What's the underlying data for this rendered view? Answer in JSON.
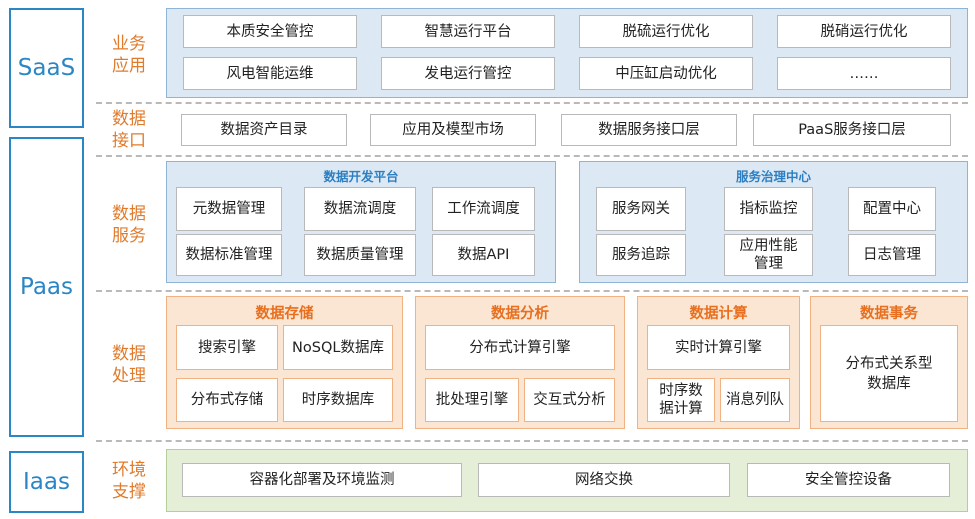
{
  "tiers": {
    "saas": "SaaS",
    "paas": "Paas",
    "iaas": "Iaas"
  },
  "row_labels": {
    "business_app": [
      "业务",
      "应用"
    ],
    "data_interface": [
      "数据",
      "接口"
    ],
    "data_service": [
      "数据",
      "服务"
    ],
    "data_processing": [
      "数据",
      "处理"
    ],
    "env_support": [
      "环境",
      "支撑"
    ]
  },
  "business_app": {
    "items": [
      "本质安全管控",
      "智慧运行平台",
      "脱硫运行优化",
      "脱硝运行优化",
      "风电智能运维",
      "发电运行管控",
      "中压缸启动优化",
      "……"
    ]
  },
  "data_interface": {
    "items": [
      "数据资产目录",
      "应用及模型市场",
      "数据服务接口层",
      "PaaS服务接口层"
    ]
  },
  "data_dev_platform": {
    "title": "数据开发平台",
    "items": [
      "元数据管理",
      "数据流调度",
      "工作流调度",
      "数据标准管理",
      "数据质量管理",
      "数据API"
    ]
  },
  "service_governance": {
    "title": "服务治理中心",
    "items": [
      "服务网关",
      "指标监控",
      "配置中心",
      "服务追踪",
      "应用性能\n管理",
      "日志管理"
    ]
  },
  "data_storage": {
    "title": "数据存储",
    "items": [
      "搜索引擎",
      "NoSQL数据库",
      "分布式存储",
      "时序数据库"
    ]
  },
  "data_analysis": {
    "title": "数据分析",
    "items": [
      "分布式计算引擎",
      "批处理引擎",
      "交互式分析"
    ]
  },
  "data_compute": {
    "title": "数据计算",
    "items": [
      "实时计算引擎",
      "时序数\n据计算",
      "消息列队"
    ]
  },
  "data_transaction": {
    "title": "数据事务",
    "items": [
      "分布式关系型\n数据库"
    ]
  },
  "env_support": {
    "items": [
      "容器化部署及环境监测",
      "网络交换",
      "安全管控设备"
    ]
  }
}
